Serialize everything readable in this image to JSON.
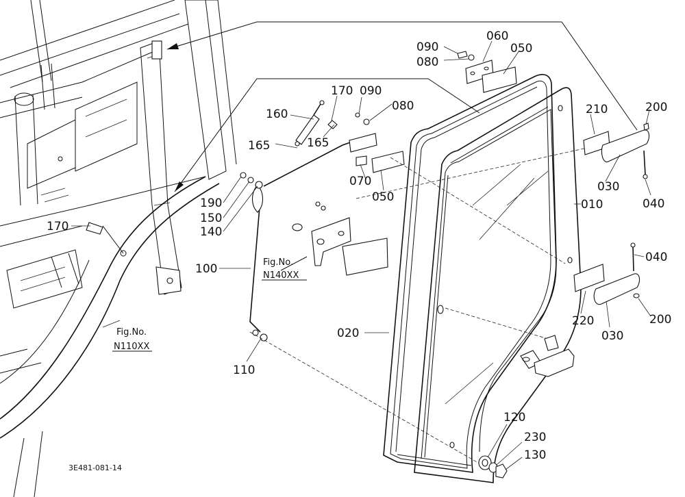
{
  "part_labels": {
    "p090a": "090",
    "p080a": "080",
    "p060": "060",
    "p050a": "050",
    "p170a": "170",
    "p090b": "090",
    "p080b": "080",
    "p160": "160",
    "p165a": "165",
    "p165b": "165",
    "p210": "210",
    "p200a": "200",
    "p070": "070",
    "p050b": "050",
    "p030a": "030",
    "p040a": "040",
    "p190": "190",
    "p150": "150",
    "p140": "140",
    "p010": "010",
    "p170b": "170",
    "p100": "100",
    "p040b": "040",
    "p220": "220",
    "p030b": "030",
    "p200b": "200",
    "p020": "020",
    "p110": "110",
    "p120": "120",
    "p230": "230",
    "p130": "130"
  },
  "fig_refs": {
    "n140_caption": "Fig.No.",
    "n140_code": "N140XX",
    "n110_caption": "Fig.No.",
    "n110_code": "N110XX"
  },
  "document_id": "3E481-081-14"
}
